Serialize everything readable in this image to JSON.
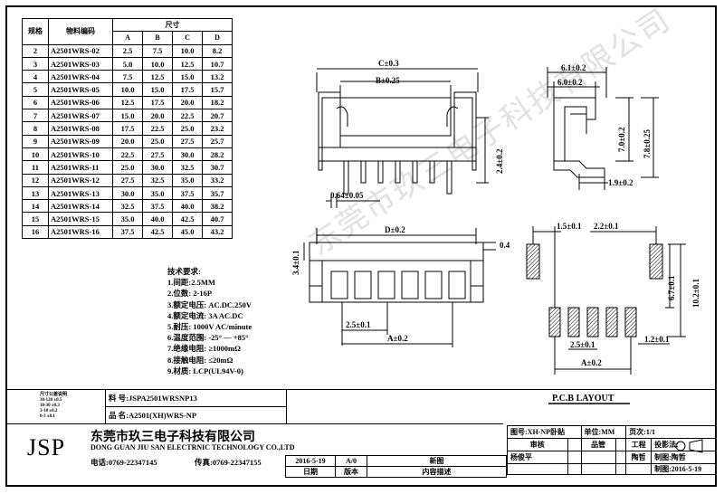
{
  "table": {
    "hdr_spec": "规格",
    "hdr_part": "物料编码",
    "hdr_size": "尺寸",
    "col_a": "A",
    "col_b": "B",
    "col_c": "C",
    "col_d": "D",
    "rows": [
      [
        "2",
        "A2501WRS-02",
        "2.5",
        "7.5",
        "10.0",
        "8.2"
      ],
      [
        "3",
        "A2501WRS-03",
        "5.0",
        "10.0",
        "12.5",
        "10.7"
      ],
      [
        "4",
        "A2501WRS-04",
        "7.5",
        "12.5",
        "15.0",
        "13.2"
      ],
      [
        "5",
        "A2501WRS-05",
        "10.0",
        "15.0",
        "17.5",
        "15.7"
      ],
      [
        "6",
        "A2501WRS-06",
        "12.5",
        "17.5",
        "20.0",
        "18.2"
      ],
      [
        "7",
        "A2501WRS-07",
        "15.0",
        "20.0",
        "22.5",
        "20.7"
      ],
      [
        "8",
        "A2501WRS-08",
        "17.5",
        "22.5",
        "25.0",
        "23.2"
      ],
      [
        "9",
        "A2501WRS-09",
        "20.0",
        "25.0",
        "27.5",
        "25.7"
      ],
      [
        "10",
        "A2501WRS-10",
        "22.5",
        "27.5",
        "30.0",
        "28.2"
      ],
      [
        "11",
        "A2501WRS-11",
        "25.0",
        "30.0",
        "32.5",
        "30.7"
      ],
      [
        "12",
        "A2501WRS-12",
        "27.5",
        "32.5",
        "35.0",
        "33.2"
      ],
      [
        "13",
        "A2501WRS-13",
        "30.0",
        "35.0",
        "37.5",
        "35.7"
      ],
      [
        "14",
        "A2501WRS-14",
        "32.5",
        "37.5",
        "40.0",
        "38.2"
      ],
      [
        "15",
        "A2501WRS-15",
        "35.0",
        "40.0",
        "42.5",
        "40.7"
      ],
      [
        "16",
        "A2501WRS-16",
        "37.5",
        "42.5",
        "45.0",
        "43.2"
      ]
    ]
  },
  "requirements": {
    "title": "技术要求:",
    "items": [
      "1.间距:2.5MM",
      "2.位数: 2-16P",
      "3.额定电压: AC.DC.250V",
      "4.额定电流:   3A AC.DC",
      "5.耐压: 1000V AC/minute",
      "6.温度范围: -25° — +85°",
      "7.绝缘电阻: ≥1000mΩ",
      "8.接触电阻: ≤20mΩ",
      "9.材质: LCP(UL94V-0)"
    ]
  },
  "tolerance": {
    "title": "尺寸公差说明",
    "rows": [
      "30-120  ±0.5",
      "18-30   ±0.3",
      "3-18    ±0.2",
      "0-3     ±0.1"
    ]
  },
  "dims": {
    "c": "C±0.3",
    "b": "B±0.25",
    "pin": "0.64±0.05",
    "h24": "2.4±0.2",
    "w61": "6.1±0.2",
    "w60": "6.0±0.2",
    "h70": "7.0±0.2",
    "h78": "7.8±0.25",
    "w19": "1.9±0.2",
    "d": "D±0.2",
    "t04": "0.4",
    "h34": "3.4±0.1",
    "p25": "2.5±0.1",
    "a": "A±0.2",
    "p15": "1.5±0.1",
    "p22": "2.2±0.1",
    "h67": "6.7±0.1",
    "h102": "10.2±0.1",
    "p25b": "2.5±0.1",
    "p12": "1.2±0.1",
    "ab": "A±0.2",
    "pcb_layout": "P.C.B LAYOUT"
  },
  "title_block": {
    "part_label": "料  号:",
    "part_no": "JSPA2501WRSNP13",
    "name_label": "品  名:",
    "name": "A2501(XH)WRS-NP",
    "logo": "JSP",
    "company_cn": "东莞市玖三电子科技有限公司",
    "company_en": "DONG GUAN JIU SAN ELECTRNIC TECHNOLOGY CO.,LTD",
    "tel": "电话:0769-22347145",
    "fax": "传真:0769-22347155",
    "date": "2016-5-19",
    "rev": "A/0",
    "change": "新图",
    "date_label": "日期",
    "rev_label": "版本",
    "desc_label": "内容描述",
    "drawing_no": "图号:XH-NP卧贴",
    "unit": "单位:MM",
    "page": "页次:1/1",
    "review": "审核",
    "supervisor": "品管",
    "engineering": "工程",
    "projection": "投影法:",
    "reviewer": "杨俊平",
    "drafter": "陶哲",
    "maker": "制图:陶哲",
    "make_date": "制图:2016-5-19"
  },
  "watermark": "东莞市玖三电子科技有限公司"
}
